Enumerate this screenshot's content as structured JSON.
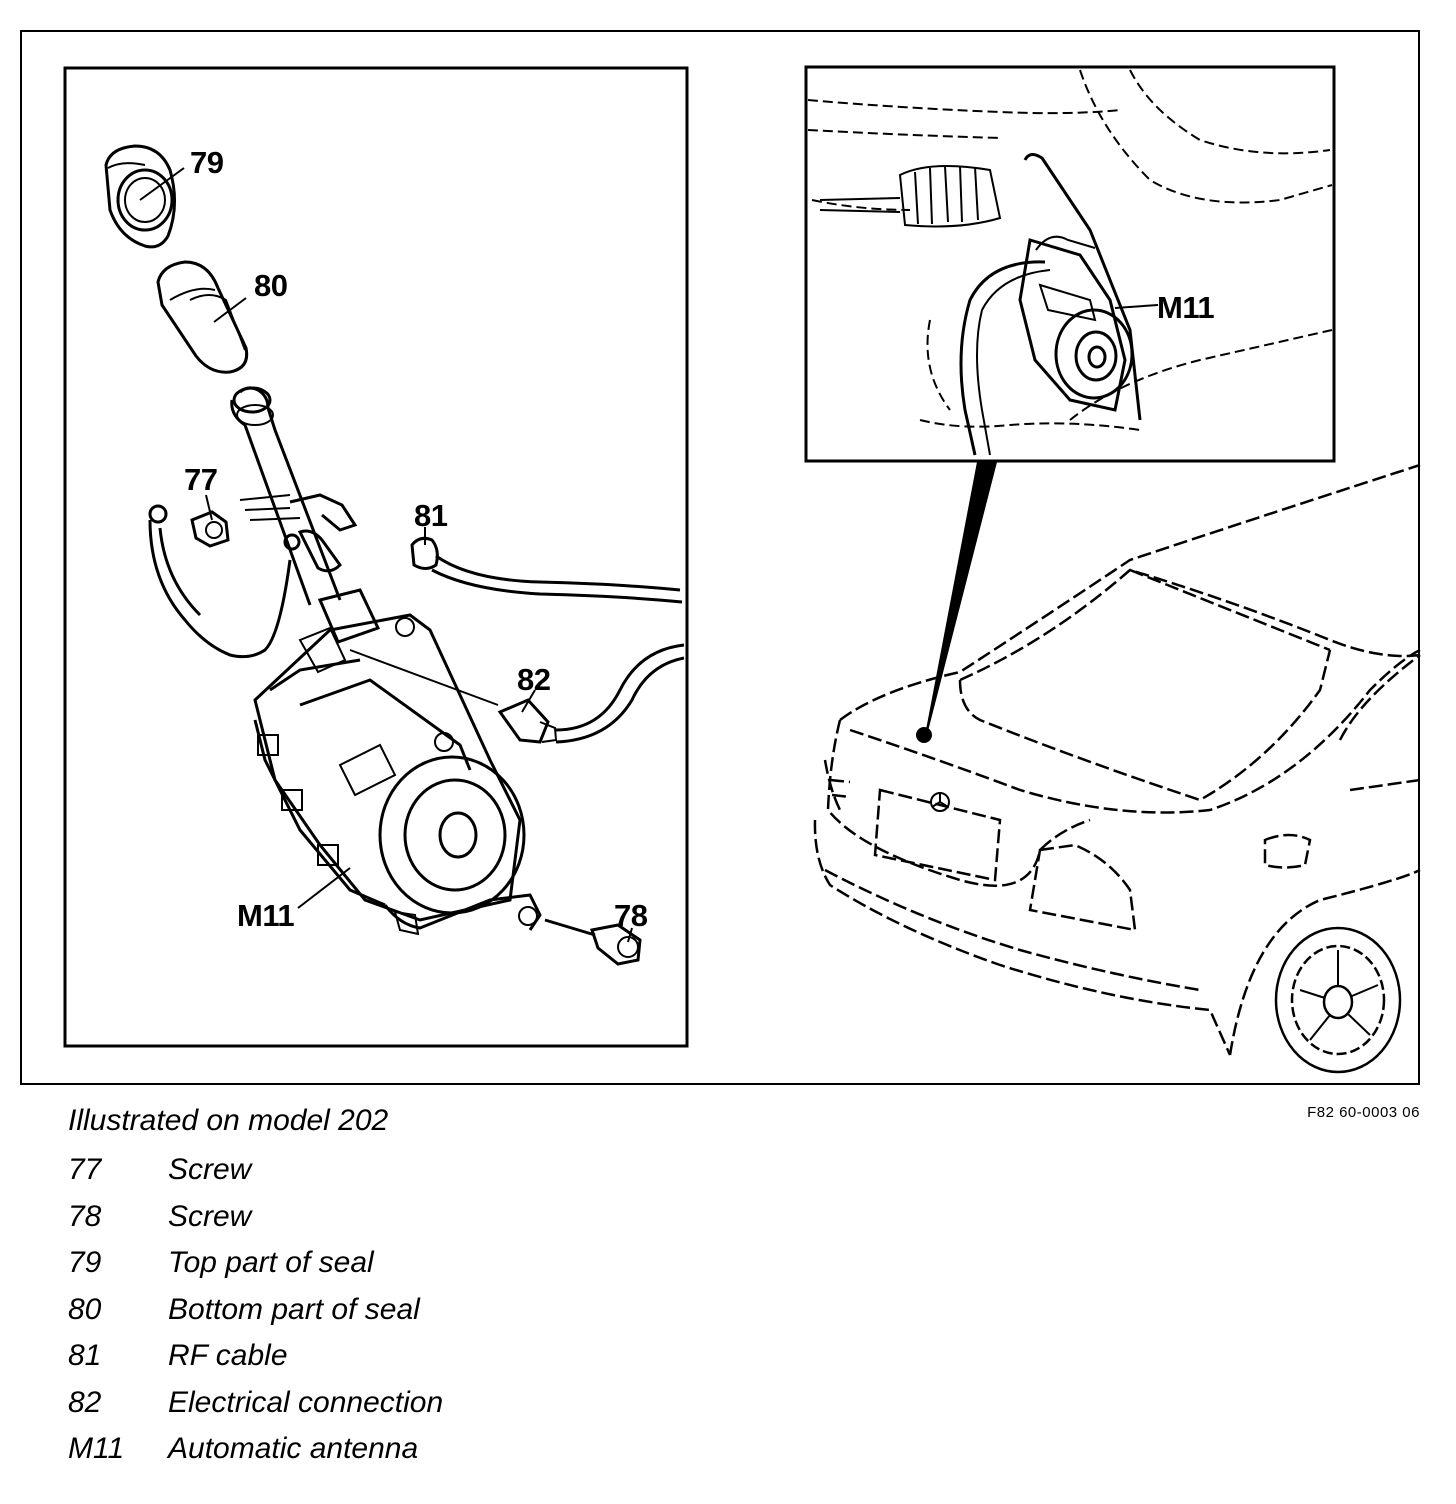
{
  "diagram": {
    "left_panel_callouts": {
      "c79": "79",
      "c80": "80",
      "c77": "77",
      "c81": "81",
      "c82": "82",
      "cM11": "M11",
      "c78": "78"
    },
    "right_panel_callouts": {
      "cM11": "M11"
    },
    "figure_code": "F82 60-0003 06"
  },
  "caption": "Illustrated on model 202",
  "legend": [
    {
      "num": "77",
      "desc": "Screw"
    },
    {
      "num": "78",
      "desc": "Screw"
    },
    {
      "num": "79",
      "desc": "Top part of seal"
    },
    {
      "num": "80",
      "desc": "Bottom part of seal"
    },
    {
      "num": "81",
      "desc": "RF cable"
    },
    {
      "num": "82",
      "desc": "Electrical connection"
    },
    {
      "num": "M11",
      "desc": "Automatic antenna"
    }
  ]
}
